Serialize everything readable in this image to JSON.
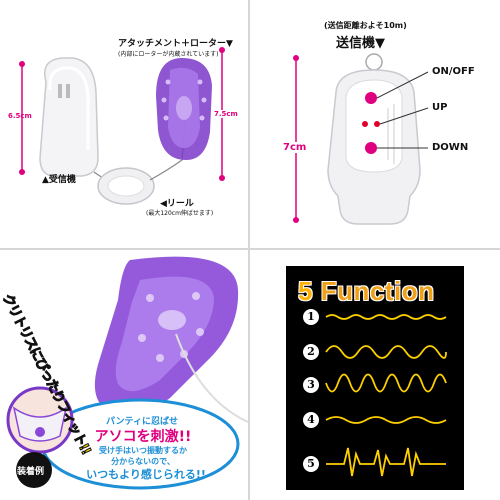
{
  "colors": {
    "pink": "#e0007f",
    "purple": "#7a38c8",
    "gold": "#f0a018",
    "blue": "#1d8fd6"
  },
  "top_left": {
    "attachment_label": "アタッチメント＋ローター▼",
    "attachment_note": "(内部にローターが内蔵されています)",
    "receiver_label": "▲受信機",
    "reel_label": "◀リール",
    "reel_note": "(最大120cm伸ばせます)",
    "dim_left": "6.5cm",
    "dim_right": "7.5cm"
  },
  "top_right": {
    "range_note": "(送信距離およそ10m)",
    "transmitter_label": "送信機▼",
    "dim": "7cm",
    "button_onoff": "ON/OFF",
    "button_up": "UP",
    "button_down": "DOWN"
  },
  "bottom_left": {
    "headline": "クリトリスにぴったりフィット!!",
    "bubble": [
      "パンティに忍ばせ",
      "アソコを刺激!!",
      "受け手はいつ振動するか",
      "分からないので、",
      "いつもより感じられる!!"
    ],
    "wearing_label": "装着例"
  },
  "bottom_right": {
    "title_num": "5",
    "title_word": "Function",
    "functions": [
      "1",
      "2",
      "3",
      "4",
      "5"
    ]
  }
}
